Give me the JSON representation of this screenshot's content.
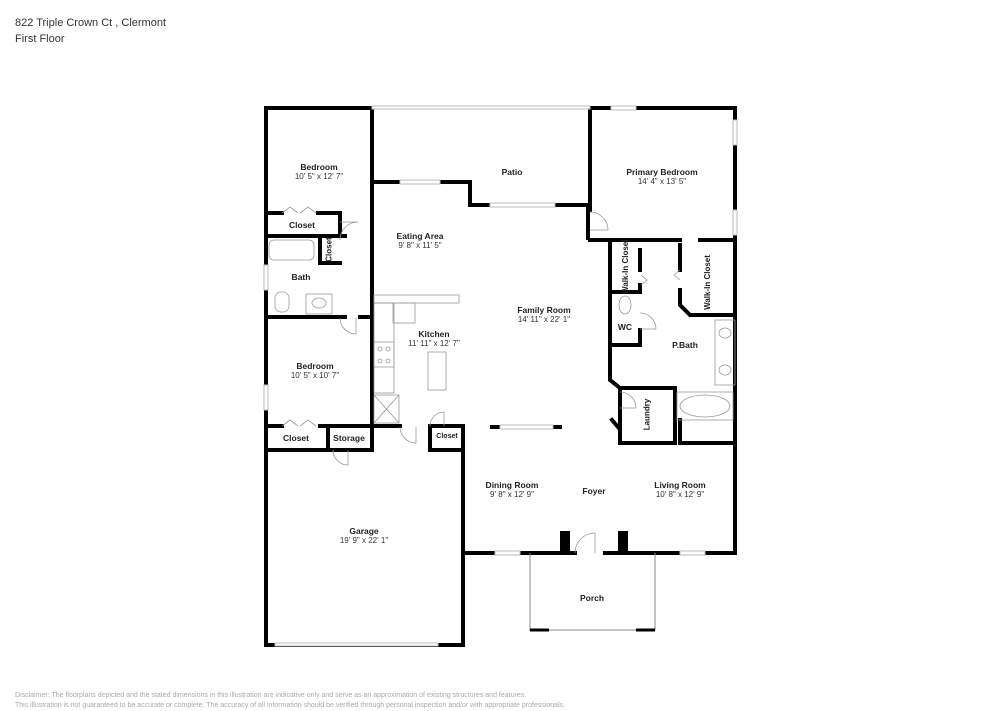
{
  "header": {
    "address": "822 Triple Crown Ct , Clermont",
    "floor": "First Floor"
  },
  "rooms": {
    "bedroom1": {
      "name": "Bedroom",
      "dims": "10' 5\" x 12' 7\""
    },
    "patio": {
      "name": "Patio"
    },
    "primary_bedroom": {
      "name": "Primary Bedroom",
      "dims": "14' 4\" x 13' 5\""
    },
    "closet1": {
      "name": "Closet"
    },
    "closet_small": {
      "name": "Closet"
    },
    "eating_area": {
      "name": "Eating Area",
      "dims": "9' 8\" x 11' 5\""
    },
    "bath": {
      "name": "Bath"
    },
    "walkin1": {
      "name": "Walk-In Closet"
    },
    "walkin2": {
      "name": "Walk-In Closet"
    },
    "family_room": {
      "name": "Family Room",
      "dims": "14' 11\" x 22' 1\""
    },
    "wc": {
      "name": "WC"
    },
    "kitchen": {
      "name": "Kitchen",
      "dims": "11' 11\" x 12' 7\""
    },
    "pbath": {
      "name": "P.Bath"
    },
    "bedroom2": {
      "name": "Bedroom",
      "dims": "10' 5\" x 10' 7\""
    },
    "laundry": {
      "name": "Laundry"
    },
    "closet2": {
      "name": "Closet"
    },
    "storage": {
      "name": "Storage"
    },
    "closet3": {
      "name": "Closet"
    },
    "dining_room": {
      "name": "Dining Room",
      "dims": "9' 8\" x 12' 9\""
    },
    "foyer": {
      "name": "Foyer"
    },
    "living_room": {
      "name": "Living Room",
      "dims": "10' 8\" x 12' 9\""
    },
    "garage": {
      "name": "Garage",
      "dims": "19' 9\" x 22' 1\""
    },
    "porch": {
      "name": "Porch"
    }
  },
  "footer": {
    "disclaimer_line1": "Disclaimer: The floorplans depicted and the stated dimensions in this illustration are indicative only and serve as an approximation of existing structures and features.",
    "disclaimer_line2": "This illustration is not guaranteed to be accurate or complete. The accuracy of all information should be verified through personal inspection and/or with appropriate professionals."
  }
}
